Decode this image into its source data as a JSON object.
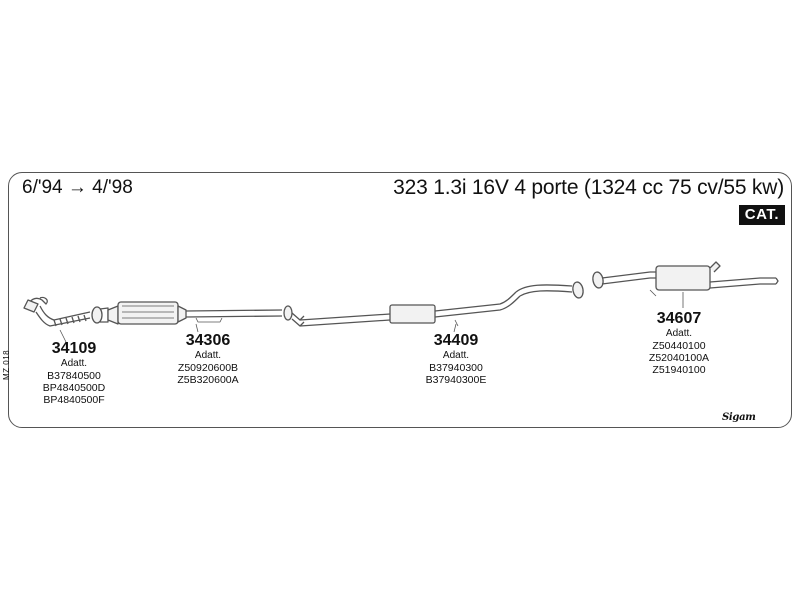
{
  "header": {
    "date_range": "6/'94 → 4/'98",
    "model_title": "323 1.3i 16V 4 porte (1324 cc 75 cv/55 kw)",
    "cat_badge": "CAT."
  },
  "parts": [
    {
      "number": "34109",
      "adatt_label": "Adatt.",
      "codes": [
        "B37840500",
        "BP4840500D",
        "BP4840500F"
      ]
    },
    {
      "number": "34306",
      "adatt_label": "Adatt.",
      "codes": [
        "Z50920600B",
        "Z5B320600A"
      ]
    },
    {
      "number": "34409",
      "adatt_label": "Adatt.",
      "codes": [
        "B37940300",
        "B37940300E"
      ]
    },
    {
      "number": "34607",
      "adatt_label": "Adatt.",
      "codes": [
        "Z50440100",
        "Z52040100A",
        "Z51940100"
      ]
    }
  ],
  "sheet_code": "MZ 018",
  "brand_mark": "Sigam",
  "colors": {
    "line": "#555555",
    "fill": "#f2f2f2",
    "badge": "#111111"
  }
}
